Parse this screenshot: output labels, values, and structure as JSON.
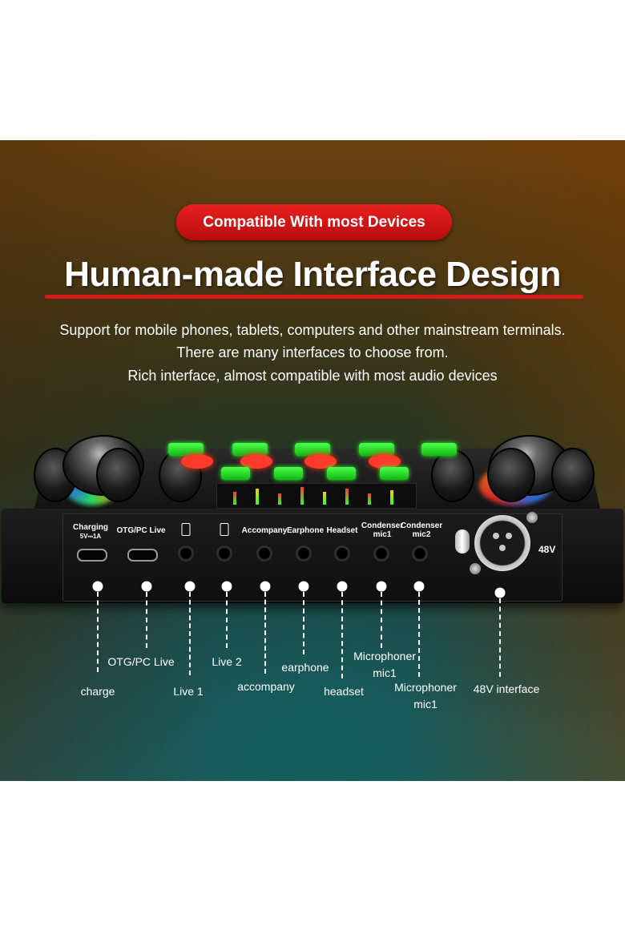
{
  "badge": "Compatible With most Devices",
  "headline": "Human-made Interface Design",
  "description": [
    "Support for mobile phones, tablets, computers and other mainstream terminals.",
    "There are many interfaces to choose from.",
    "Rich interface, almost compatible with most audio devices"
  ],
  "device": {
    "port_labels": {
      "charging_line1": "Charging",
      "charging_line2": "5V⎓1A",
      "otg": "OTG/PC Live",
      "accompany": "Accompany",
      "earphone": "Earphone",
      "headset": "Headset",
      "condenser1_line1": "Condenser",
      "condenser1_line2": "mic1",
      "condenser2_line1": "Condenser",
      "condenser2_line2": "mic2",
      "phantom": "48V"
    }
  },
  "callouts": {
    "charge": "charge",
    "otg": "OTG/PC Live",
    "live1": "Live 1",
    "live2": "Live 2",
    "accompany": "accompany",
    "earphone": "earphone",
    "headset": "headset",
    "mic1_upper_line1": "Microphoner",
    "mic1_upper_line2": "mic1",
    "mic1_lower_line1": "Microphoner",
    "mic1_lower_line2": "mic1",
    "interface48v": "48V interface"
  },
  "colors": {
    "badge_red": "#d01515",
    "underline_red": "#d81a1a",
    "button_green": "#2bd42b",
    "button_red": "#ff3a2a"
  }
}
